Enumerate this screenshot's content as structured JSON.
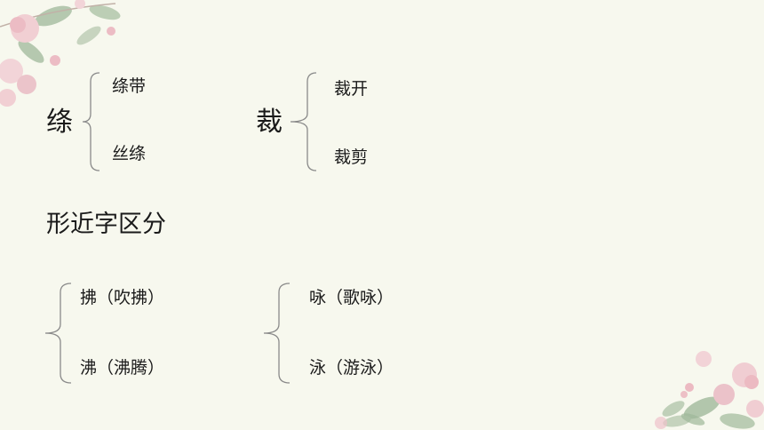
{
  "group1": {
    "char": "绦",
    "words": [
      "绦带",
      "丝绦"
    ]
  },
  "group2": {
    "char": "裁",
    "words": [
      "裁开",
      "裁剪"
    ]
  },
  "section_title": "形近字区分",
  "group3": {
    "items": [
      "拂（吹拂）",
      "沸（沸腾）"
    ]
  },
  "group4": {
    "items": [
      "咏（歌咏）",
      "泳（游泳）"
    ]
  },
  "colors": {
    "background": "#f7f8ee",
    "brace": "#8a8a8a",
    "flower_pink": "#e9a9b6",
    "leaf_green": "#9fb89a"
  }
}
